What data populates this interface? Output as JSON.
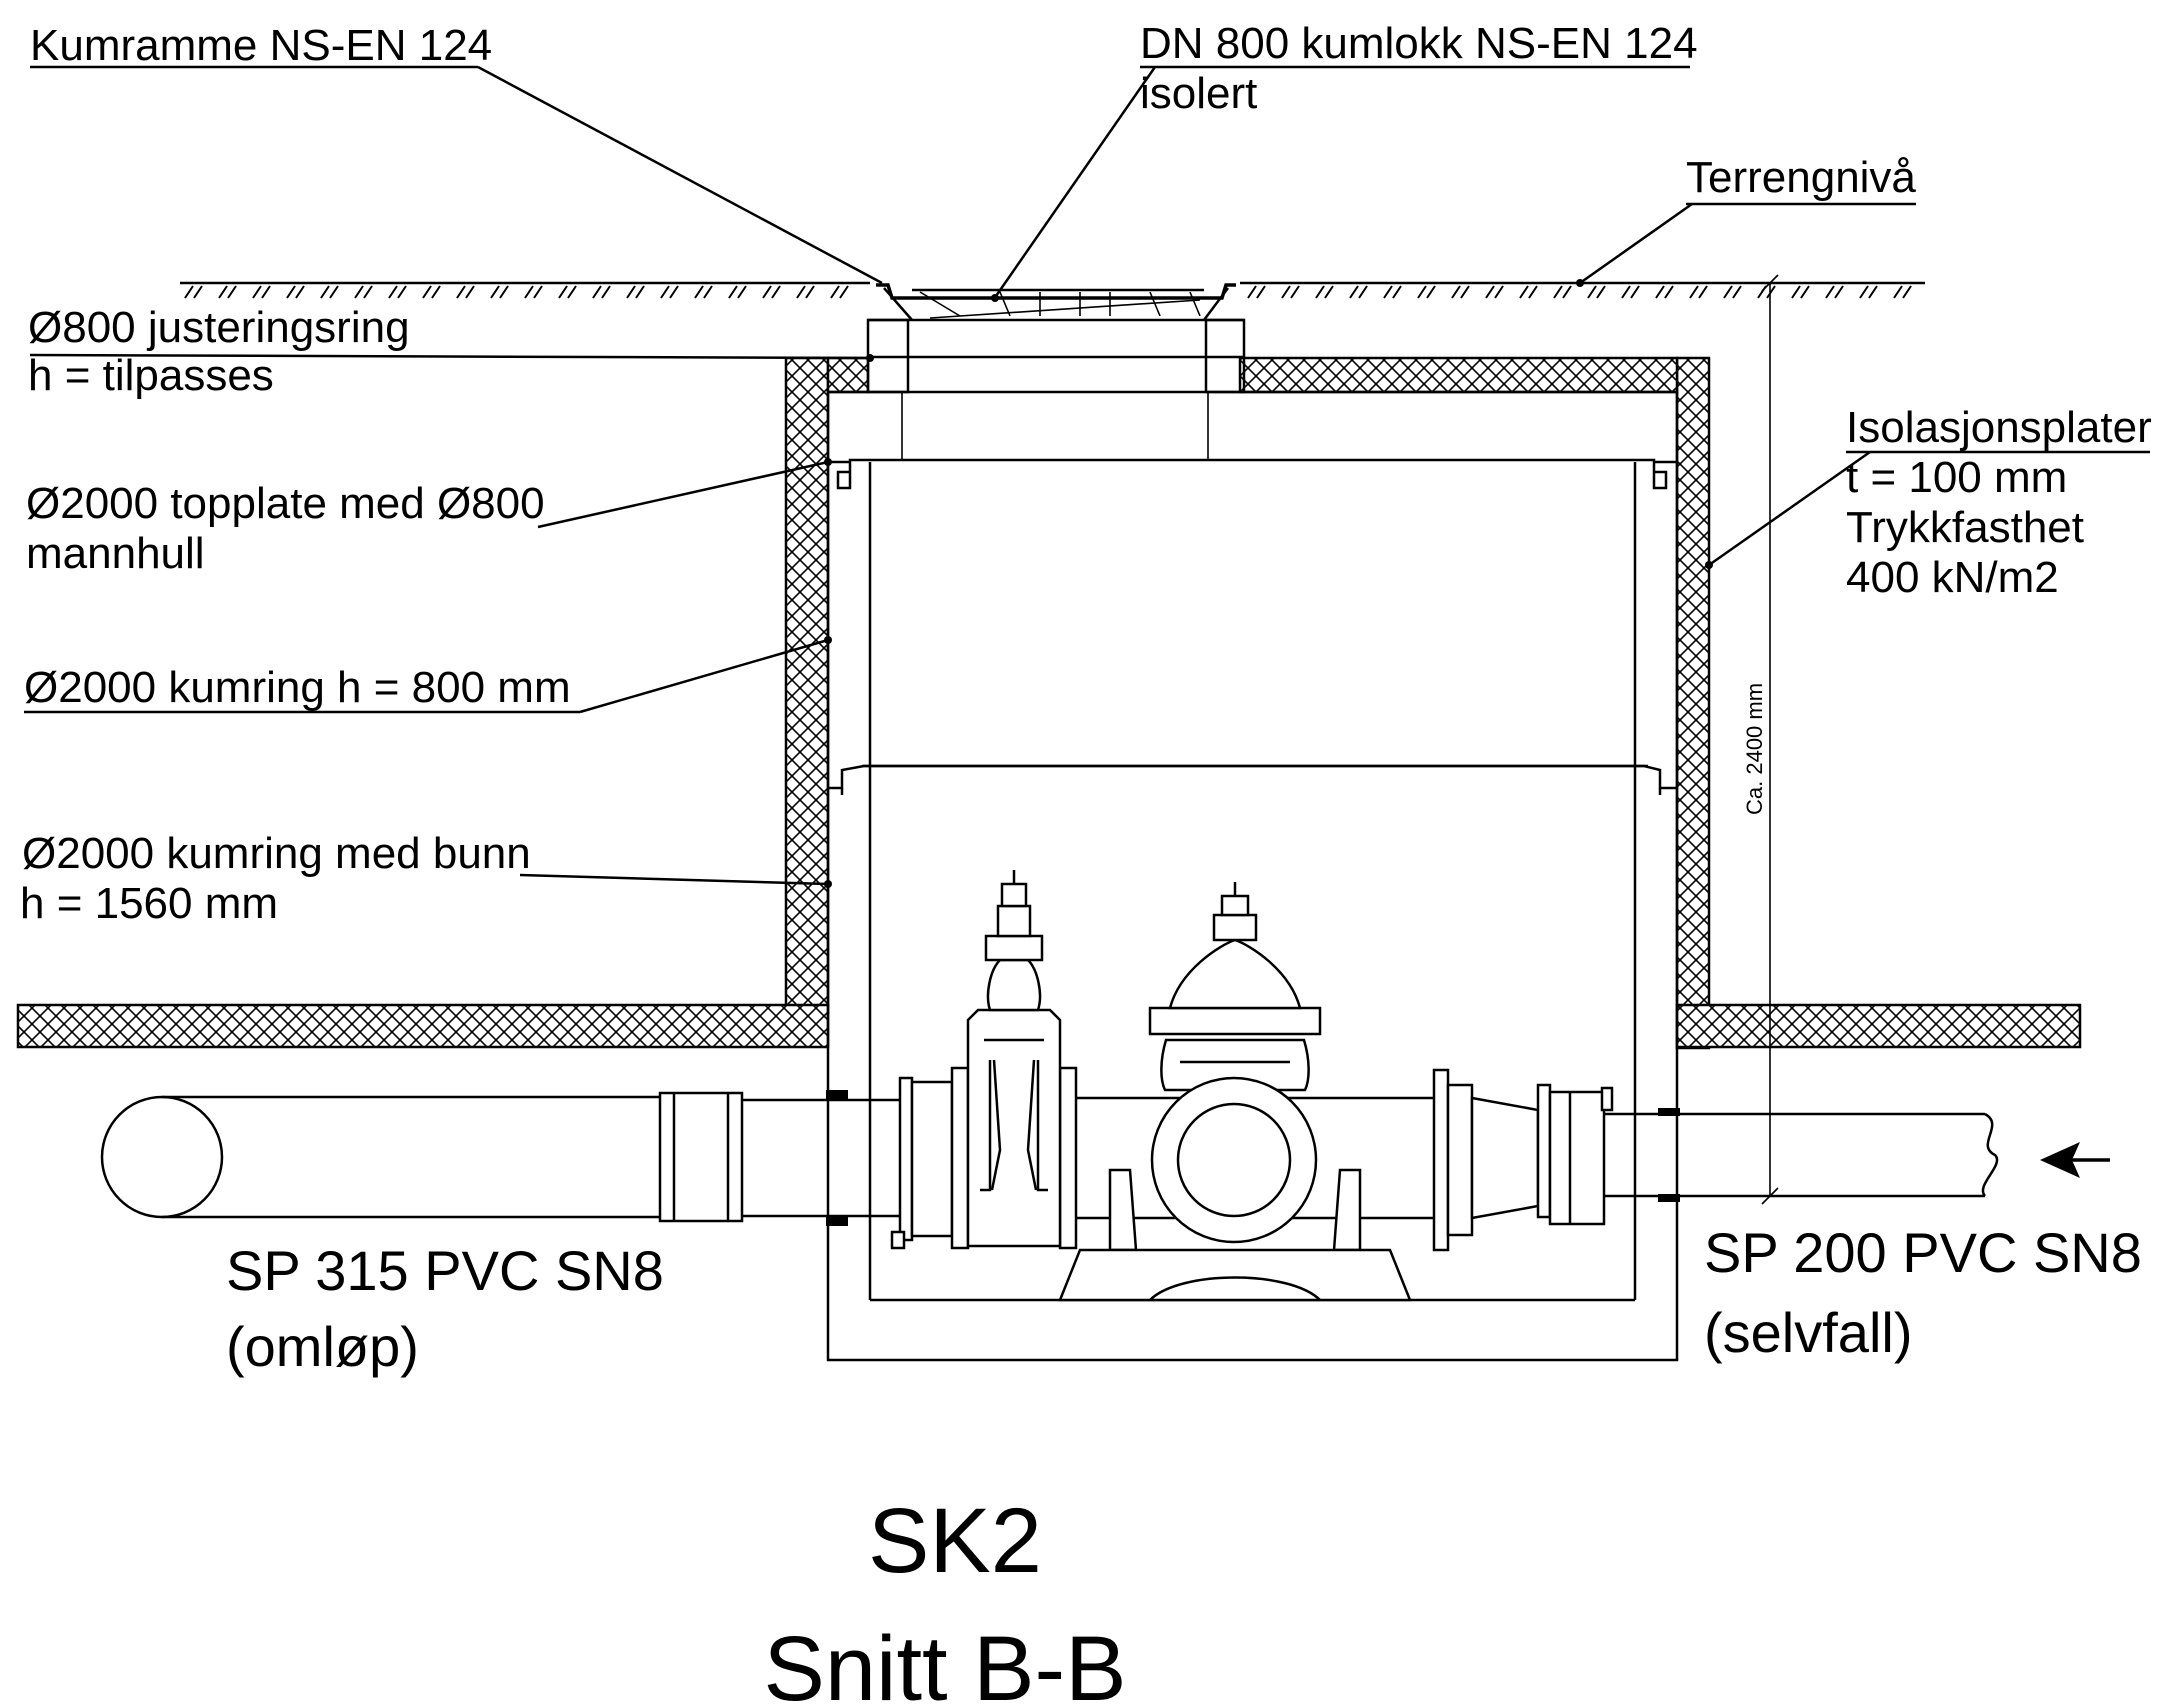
{
  "drawing": {
    "title": "SK2",
    "subtitle": "Snitt B-B"
  },
  "labels": {
    "kumramme": "Kumramme NS-EN 124",
    "kumlokk_1": "DN 800 kumlokk NS-EN 124",
    "kumlokk_2": "isolert",
    "terreng": "Terrengnivå",
    "justering_1": "Ø800 justeringsring",
    "justering_2": "h = tilpasses",
    "topplate_1": "Ø2000 topplate med Ø800",
    "topplate_2": "mannhull",
    "kumring": "Ø2000 kumring  h = 800 mm",
    "kumring_bunn_1": "Ø2000 kumring med bunn",
    "kumring_bunn_2": "h = 1560 mm",
    "isolasjon_1": "Isolasjonsplater",
    "isolasjon_2": "t = 100 mm",
    "isolasjon_3": "Trykkfasthet",
    "isolasjon_4": "400 kN/m2",
    "pipe_left_1": "SP 315 PVC SN8",
    "pipe_left_2": "(omløp)",
    "pipe_right_1": "SP 200 PVC SN8",
    "pipe_right_2": "(selvfall)",
    "dimension": "Ca. 2400 mm"
  },
  "icons": {
    "flow_arrow": "arrow-left-icon",
    "ground": "ground-hatch-icon",
    "insulation": "crosshatch-pattern"
  }
}
